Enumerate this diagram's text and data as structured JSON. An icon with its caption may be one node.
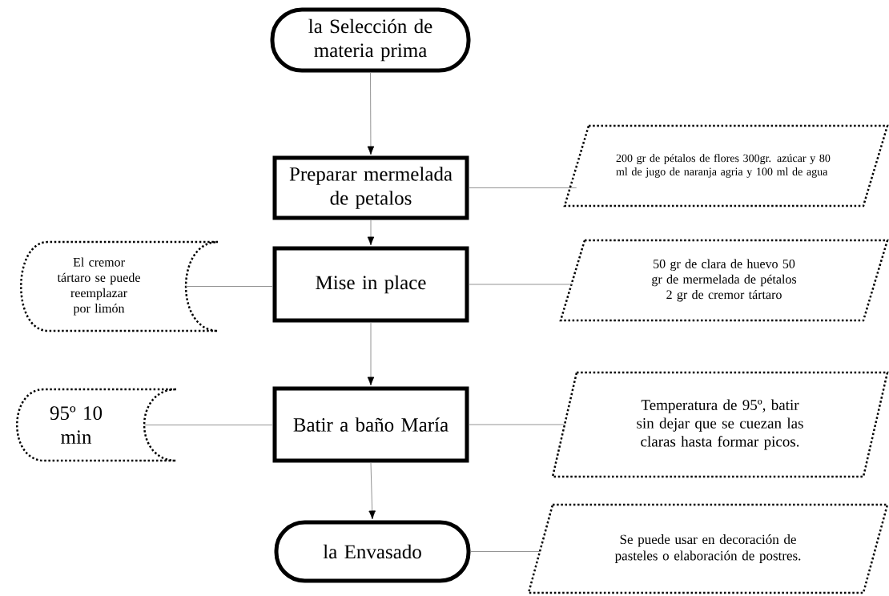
{
  "diagram": {
    "nodes": [
      {
        "text": [
          "la Selección de materia prima"
        ]
      },
      {
        "text": [
          "Preparar mermelada de petalos"
        ]
      },
      {
        "text": [
          "200 gr de pétalos de flores 300gr. azúcar y 80 ml de jugo de naranja agria y 100 ml de agua"
        ]
      },
      {
        "text": [
          "El cremor tártaro se puede reemplazar por limón"
        ]
      },
      {
        "text": [
          "Mise in place"
        ]
      },
      {
        "text": [
          "50 gr de clara de huevo 50 gr de mermelada de pétalos 2 gr de cremor tártaro"
        ]
      },
      {
        "text": [
          "95º 10 min"
        ]
      },
      {
        "text": [
          "Batir a baño María"
        ]
      },
      {
        "text": [
          "Temperatura de 95º, batir sin dejar que se cuezan las claras hasta formar picos."
        ]
      },
      {
        "text": [
          "la Envasado"
        ]
      },
      {
        "text": [
          "Se puede usar en decoración de pasteles o elaboración de postres."
        ]
      }
    ],
    "edges": [
      {
        "from": 0,
        "to": 1,
        "arrow": "to"
      },
      {
        "from": 1,
        "to": 2,
        "arrow": "none"
      },
      {
        "from": 1,
        "to": 4,
        "arrow": "to"
      },
      {
        "from": 3,
        "to": 4,
        "arrow": "none"
      },
      {
        "from": 4,
        "to": 5,
        "arrow": "none"
      },
      {
        "from": 4,
        "to": 7,
        "arrow": "to"
      },
      {
        "from": 6,
        "to": 7,
        "arrow": "none"
      },
      {
        "from": 7,
        "to": 8,
        "arrow": "none"
      },
      {
        "from": 7,
        "to": 9,
        "arrow": "to"
      },
      {
        "from": 9,
        "to": 10,
        "arrow": "none"
      }
    ]
  }
}
